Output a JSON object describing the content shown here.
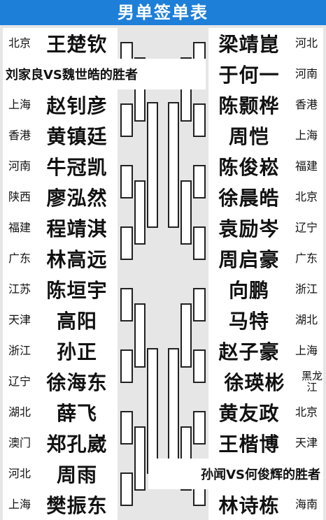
{
  "title": "男单签单表",
  "left": [
    {
      "province": "北京",
      "name": "王楚钦"
    },
    {
      "note": "刘家良VS魏世皓的胜者"
    },
    {
      "province": "上海",
      "name": "赵钊彦"
    },
    {
      "province": "香港",
      "name": "黄镇廷"
    },
    {
      "province": "河南",
      "name": "牛冠凯"
    },
    {
      "province": "陕西",
      "name": "廖泓然"
    },
    {
      "province": "福建",
      "name": "程靖淇"
    },
    {
      "province": "广东",
      "name": "林高远"
    },
    {
      "province": "江苏",
      "name": "陈垣宇"
    },
    {
      "province": "天津",
      "name": "高阳"
    },
    {
      "province": "浙江",
      "name": "孙正"
    },
    {
      "province": "辽宁",
      "name": "徐海东"
    },
    {
      "province": "湖北",
      "name": "薛飞"
    },
    {
      "province": "澳门",
      "name": "郑孔崴"
    },
    {
      "province": "河北",
      "name": "周雨"
    },
    {
      "province": "上海",
      "name": "樊振东"
    }
  ],
  "right": [
    {
      "province": "河北",
      "name": "梁靖崑"
    },
    {
      "province": "河南",
      "name": "于何一"
    },
    {
      "province": "香港",
      "name": "陈颢桦"
    },
    {
      "province": "上海",
      "name": "周恺"
    },
    {
      "province": "福建",
      "name": "陈俊崧"
    },
    {
      "province": "北京",
      "name": "徐晨皓"
    },
    {
      "province": "辽宁",
      "name": "袁励岑"
    },
    {
      "province": "广东",
      "name": "周启豪"
    },
    {
      "province": "浙江",
      "name": "向鹏"
    },
    {
      "province": "湖北",
      "name": "马特"
    },
    {
      "province": "上海",
      "name": "赵子豪"
    },
    {
      "province": "黑龙江",
      "name": "徐瑛彬"
    },
    {
      "province": "北京",
      "name": "黄友政"
    },
    {
      "province": "天津",
      "name": "王楷博"
    },
    {
      "note": "孙闻VS何俊辉的胜者"
    },
    {
      "province": "海南",
      "name": "林诗栋"
    }
  ]
}
